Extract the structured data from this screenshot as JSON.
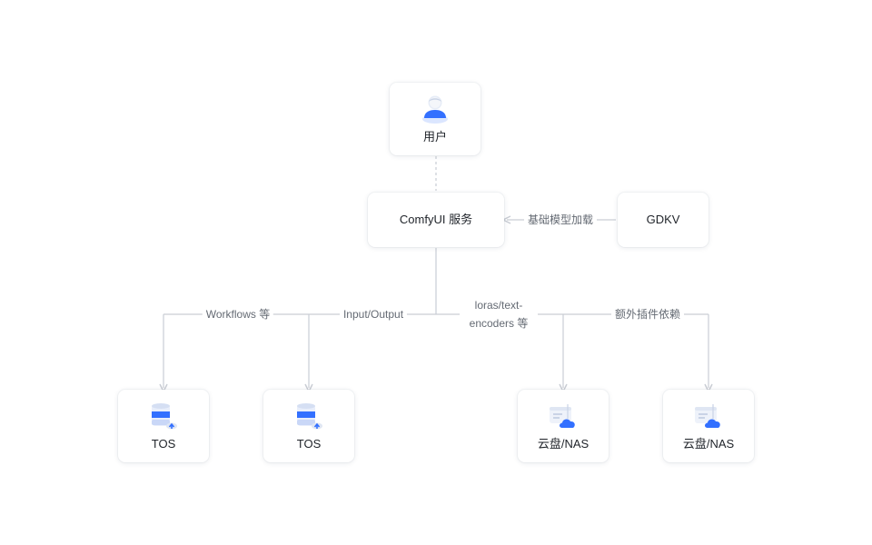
{
  "nodes": {
    "user": {
      "label": "用户",
      "icon": "user-icon"
    },
    "comfyui": {
      "label": "ComfyUI 服务"
    },
    "gdkv": {
      "label": "GDKV"
    },
    "tos1": {
      "label": "TOS",
      "icon": "storage-upload-icon"
    },
    "tos2": {
      "label": "TOS",
      "icon": "storage-upload-icon"
    },
    "nas1": {
      "label": "云盘/NAS",
      "icon": "cloud-drive-icon"
    },
    "nas2": {
      "label": "云盘/NAS",
      "icon": "cloud-drive-icon"
    }
  },
  "edges": {
    "gdkv_to_comfyui": "基础模型加载",
    "workflows": "Workflows 等",
    "input_output": "Input/Output",
    "loras": "loras/text-encoders 等",
    "plugins": "额外插件依赖"
  },
  "colors": {
    "line": "#c9cdd4",
    "blue": "#3370ff",
    "text": "#1f2329",
    "muted": "#646a73"
  }
}
